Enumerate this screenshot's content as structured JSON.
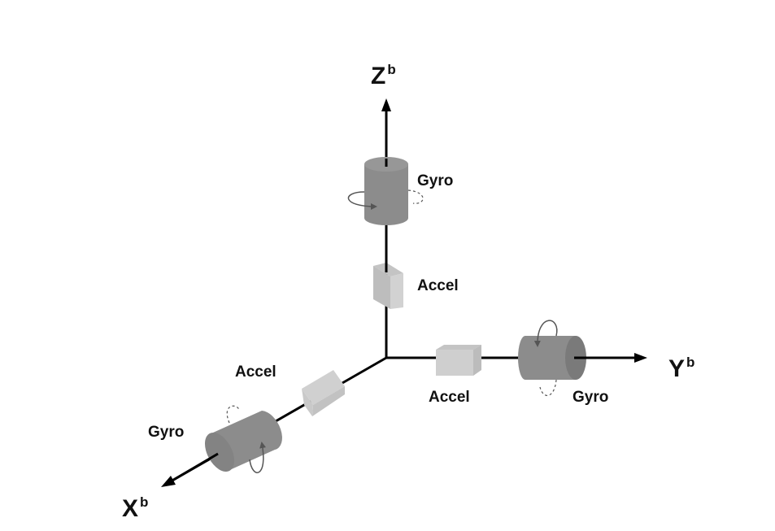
{
  "diagram": {
    "title": "Body-frame IMU sensor axes",
    "colors": {
      "axis_line": "#000000",
      "gyro_body": "#8c8c8c",
      "gyro_cap": "#7a7a7a",
      "gyro_top": "#939393",
      "accel_front": "#cfcfcf",
      "accel_side": "#bdbdbd",
      "accel_top": "#c4c4c4",
      "rotation_arrow": "#555555",
      "text": "#111111"
    },
    "axes": [
      {
        "id": "z",
        "label": "Z",
        "superscript": "b"
      },
      {
        "id": "y",
        "label": "Y",
        "superscript": "b"
      },
      {
        "id": "x",
        "label": "X",
        "superscript": "b"
      }
    ],
    "sensors": {
      "z_gyro": {
        "label": "Gyro",
        "axis": "z",
        "type": "gyroscope"
      },
      "z_accel": {
        "label": "Accel",
        "axis": "z",
        "type": "accelerometer"
      },
      "y_accel": {
        "label": "Accel",
        "axis": "y",
        "type": "accelerometer"
      },
      "y_gyro": {
        "label": "Gyro",
        "axis": "y",
        "type": "gyroscope"
      },
      "x_accel": {
        "label": "Accel",
        "axis": "x",
        "type": "accelerometer"
      },
      "x_gyro": {
        "label": "Gyro",
        "axis": "x",
        "type": "gyroscope"
      }
    }
  }
}
